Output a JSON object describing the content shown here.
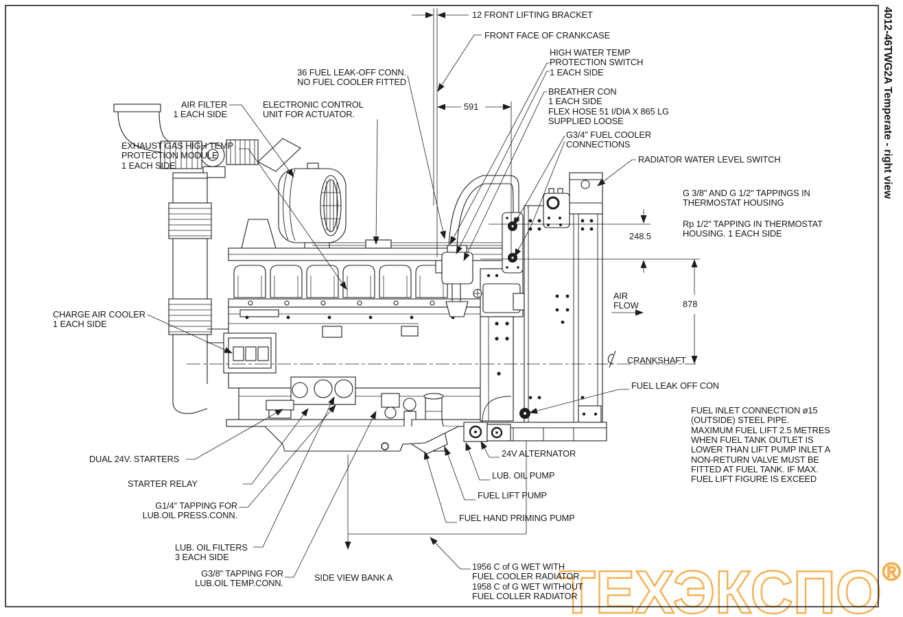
{
  "title_strip": "4012-46TWG2A Temperate - right view",
  "view_caption": "SIDE VIEW BANK A",
  "watermark": {
    "text": "ТЕХЭКСПО",
    "registered": "®",
    "color": "#F2B04F"
  },
  "line_color": "#1c1c1c",
  "dims": {
    "front_face_to_radiator": "591",
    "radiator_top_offset": "248.5",
    "crankshaft_to_duct_top": "878"
  },
  "labels": {
    "front_lifting_bracket": "12 FRONT LIFTING BRACKET",
    "front_face": "FRONT FACE OF CRANKCASE",
    "fuel_leak_off_conn": "36 FUEL LEAK-OFF CONN.\nNO FUEL COOLER FITTED",
    "air_filter": "AIR FILTER\n1 EACH SIDE",
    "ecu": "ELECTRONIC CONTROL\nUNIT FOR ACTUATOR.",
    "exhaust_module": "EXHAUST GAS HIGH TEMP\nPROTECTION MODULE\n1 EACH SIDE",
    "high_water_temp": "HIGH WATER TEMP\nPROTECTION SWITCH\n1 EACH SIDE",
    "breather": "BREATHER CON\n1 EACH SIDE\nFLEX HOSE 51 I/DIA X 865 LG\nSUPPLIED LOOSE",
    "fuel_cooler_conn": "G3/4\" FUEL COOLER\nCONNECTIONS",
    "radiator_switch": "RADIATOR WATER LEVEL SWITCH",
    "tappings_thermostat": "G 3/8\" AND G 1/2\" TAPPINGS IN\nTHERMOSTAT HOUSING",
    "rp_tapping": "Rp 1/2\" TAPPING IN THERMOSTAT\nHOUSING. 1 EACH SIDE",
    "air_flow": "AIR\nFLOW",
    "crankshaft": "CRANKSHAFT",
    "fuel_leak_off_con": "FUEL LEAK OFF CON",
    "fuel_inlet_note": "FUEL INLET CONNECTION ø15\n(OUTSIDE) STEEL PIPE.\nMAXIMUM FUEL LIFT 2.5 METRES\nWHEN FUEL TANK OUTLET IS\nLOWER THAN LIFT PUMP INLET A\nNON-RETURN VALVE MUST BE\nFITTED AT FUEL TANK. IF MAX.\nFUEL LIFT FIGURE IS EXCEED",
    "charge_air_cooler": "CHARGE AIR COOLER\n1 EACH SIDE",
    "dual_starters": "DUAL 24V. STARTERS",
    "starter_relay": "STARTER RELAY",
    "g14_tapping": "G1/4\" TAPPING FOR\nLUB.OIL PRESS.CONN.",
    "lub_oil_filters": "LUB. OIL FILTERS\n3 EACH SIDE",
    "g38_tapping": "G3/8\" TAPPING FOR\nLUB.OIL TEMP.CONN.",
    "alternator": "24V ALTERNATOR",
    "lub_oil_pump": "LUB. OIL PUMP",
    "fuel_lift_pump": "FUEL LIFT PUMP",
    "fuel_hand_priming_pump": "FUEL HAND PRIMING PUMP",
    "cog_note": "1956 C of G WET WITH\nFUEL COOLER RADIATOR\n1958 C of G WET WITHOUT\nFUEL COLLER RADIATOR"
  }
}
